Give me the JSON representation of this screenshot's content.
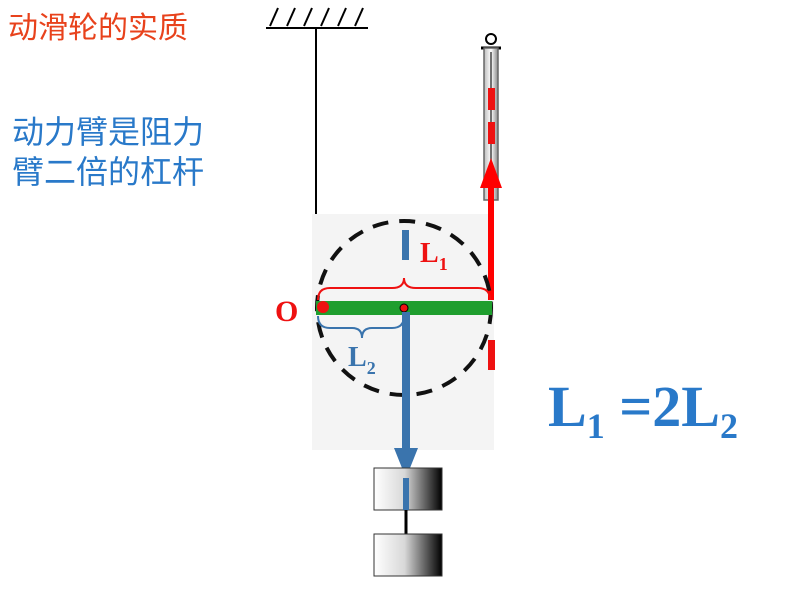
{
  "title": "动滑轮的实质",
  "description": {
    "line1": "动力臂是阻力",
    "line2": "臂二倍的杠杆"
  },
  "labels": {
    "pivot": "O",
    "l1_letter": "L",
    "l1_sub": "1",
    "l2_letter": "L",
    "l2_sub": "2"
  },
  "formula": {
    "l1_letter": "L",
    "l1_sub": "1",
    "eq": " =2L",
    "l2_sub": "2"
  },
  "colors": {
    "title": "#e8421c",
    "blue": "#2979c9",
    "red": "#ee1111",
    "green": "#1f9e2e",
    "effort_arrow": "#ff0000"
  }
}
